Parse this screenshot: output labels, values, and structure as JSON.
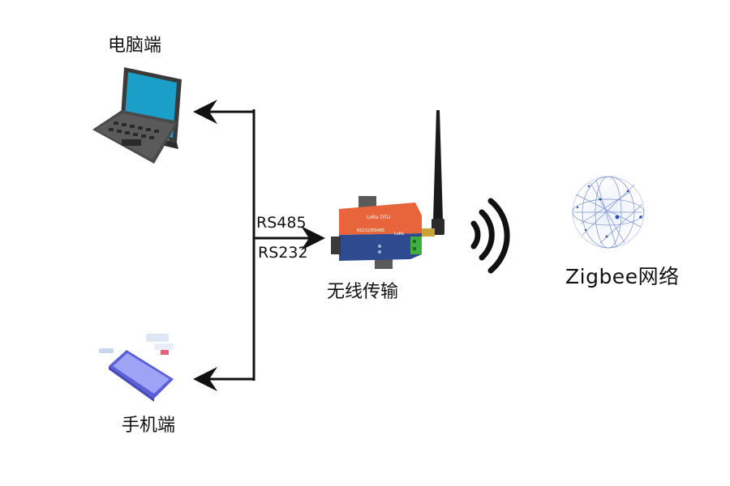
{
  "labels": {
    "pc": "电脑端",
    "phone": "手机端",
    "rs485": "RS485",
    "rs232": "RS232",
    "wireless": "无线传输",
    "zigbee": "Zigbee网络"
  },
  "device": {
    "brand_text": "LoRa DTU",
    "model_text": "RS232/RS485",
    "logo_text": "LoRa"
  },
  "colors": {
    "line": "#111111",
    "device_orange": "#e8643a",
    "device_blue": "#2f4b8f",
    "terminal_green": "#3fae3c",
    "laptop_screen": "#1aa0c8",
    "phone_purple": "#7a7ff0",
    "globe_blue": "#2a4fb0"
  },
  "icons": [
    "laptop-icon",
    "phone-icon",
    "dtu-device-icon",
    "antenna-icon",
    "wireless-signal-icon",
    "network-globe-icon"
  ]
}
